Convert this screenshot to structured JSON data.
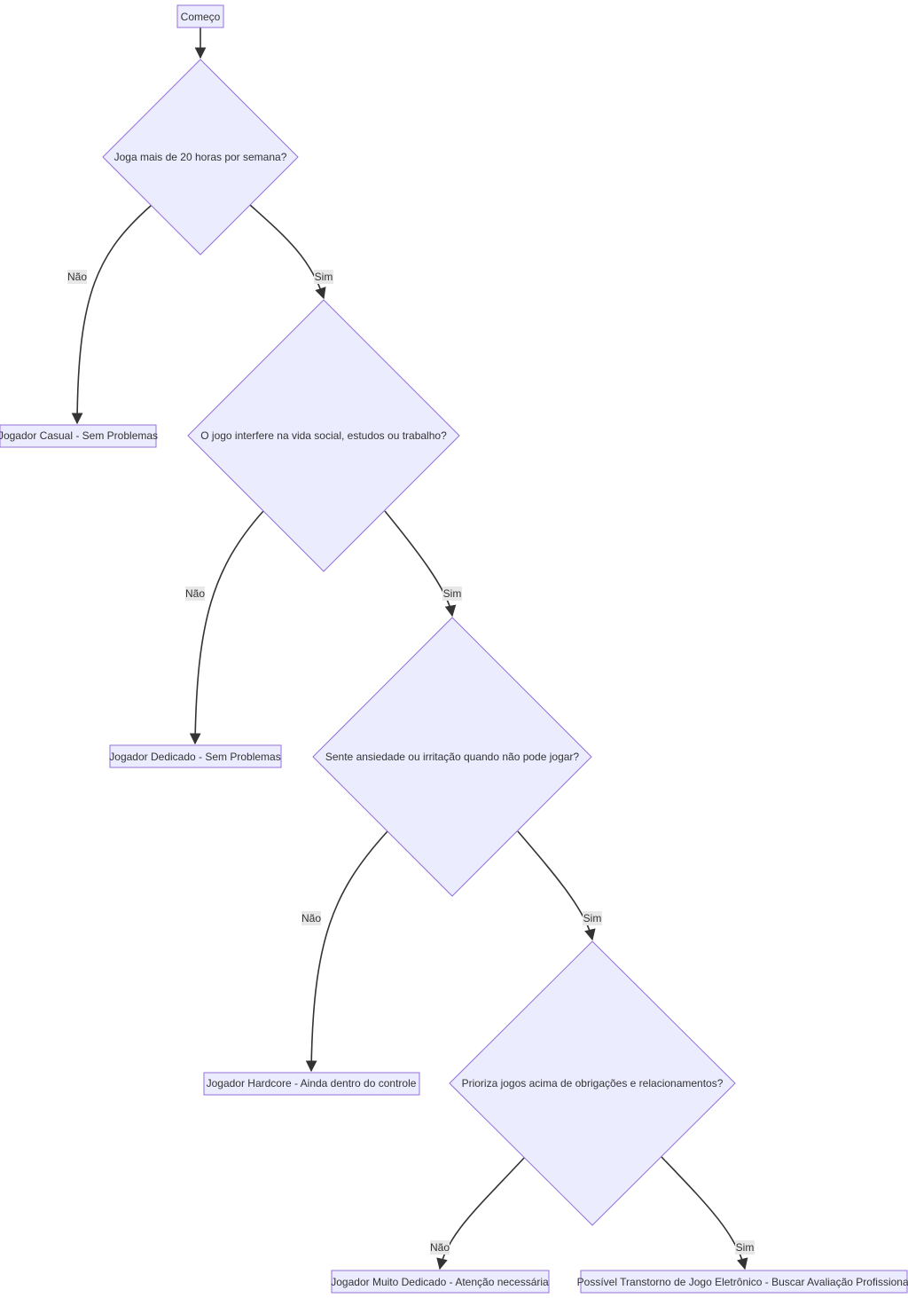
{
  "colors": {
    "node_fill": "#ececff",
    "node_stroke": "#9370db",
    "edge": "#333333",
    "label_bg": "#e8e8e8",
    "text": "#333333"
  },
  "nodes": {
    "start": "Começo",
    "q1": "Joga mais de 20 horas por semana?",
    "q2": "O jogo interfere na vida social, estudos ou trabalho?",
    "q3": "Sente ansiedade ou irritação quando não pode jogar?",
    "q4": "Prioriza jogos acima de obrigações e relacionamentos?",
    "r1": "Jogador Casual - Sem Problemas",
    "r2": "Jogador Dedicado - Sem Problemas",
    "r3": "Jogador Hardcore - Ainda dentro do controle",
    "r4": "Jogador Muito Dedicado - Atenção necessária",
    "r5": "Possível Transtorno de Jogo Eletrônico - Buscar Avaliação Profissional"
  },
  "edges": {
    "q1_no": "Não",
    "q1_yes": "Sim",
    "q2_no": "Não",
    "q2_yes": "Sim",
    "q3_no": "Não",
    "q3_yes": "Sim",
    "q4_no": "Não",
    "q4_yes": "Sim"
  }
}
